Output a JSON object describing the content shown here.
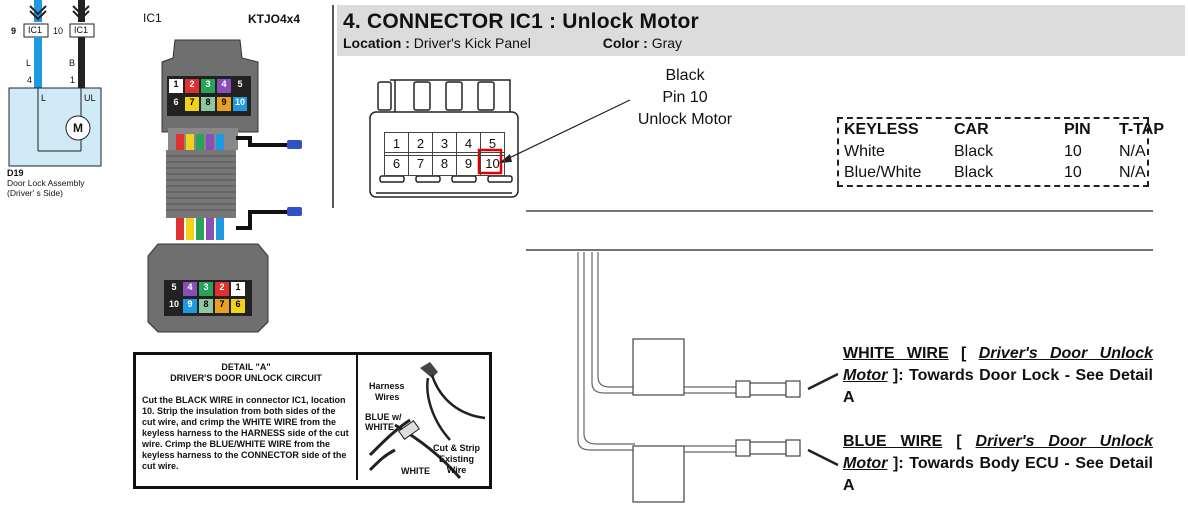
{
  "left_schematic": {
    "pin_a": "9",
    "pin_b": "10",
    "tag_a": "IC1",
    "tag_b": "IC1",
    "wire_a": "L",
    "wire_b": "B",
    "pin_c": "4",
    "pin_d": "1",
    "term_l": "L",
    "term_ul": "UL",
    "motor": "M",
    "assembly_id": "D19",
    "assembly_name": "Door Lock Assembly",
    "assembly_side": "(Driver' s Side)"
  },
  "connector_photo": {
    "label": "IC1",
    "vehicle": "KTJO4x4",
    "top_row1": [
      "1",
      "2",
      "3",
      "4",
      "5"
    ],
    "top_row2": [
      "6",
      "7",
      "8",
      "9",
      "10"
    ],
    "bottom_row1": [
      "5",
      "4",
      "3",
      "2",
      "1"
    ],
    "bottom_row2": [
      "10",
      "9",
      "8",
      "7",
      "6"
    ]
  },
  "header": {
    "title": "4. CONNECTOR IC1 : Unlock Motor",
    "location_label": "Location :",
    "location_value": "Driver's Kick Panel",
    "color_label": "Color :",
    "color_value": "Gray"
  },
  "connector_face": {
    "pins_row1": [
      "1",
      "2",
      "3",
      "4",
      "5"
    ],
    "pins_row2": [
      "6",
      "7",
      "8",
      "9",
      "10"
    ],
    "callout_line1": "Black",
    "callout_line2": "Pin 10",
    "callout_line3": "Unlock Motor"
  },
  "keyless_table": {
    "headers": [
      "KEYLESS",
      "CAR",
      "PIN",
      "T-TAP"
    ],
    "rows": [
      [
        "White",
        "Black",
        "10",
        "N/A"
      ],
      [
        "Blue/White",
        "Black",
        "10",
        "N/A"
      ]
    ]
  },
  "detail_box": {
    "title1": "DETAIL \"A\"",
    "title2": "DRIVER'S DOOR UNLOCK CIRCUIT",
    "body": [
      "Cut the  BLACK WIRE in connector IC1, location",
      "10.  Strip the insulation from both sides of the",
      "cut wire, and crimp the WHITE WIRE from the",
      "keyless harness to the HARNESS side of the cut",
      "wire. Crimp the BLUE/WHITE WIRE from the",
      "keyless harness to the CONNECTOR side of the",
      "cut wire."
    ],
    "harness_label1": "Harness",
    "harness_label2": "Wires",
    "blue_label1": "BLUE w/",
    "blue_label2": "WHITE",
    "white_label": "WHITE",
    "cut_label1": "Cut & Strip",
    "cut_label2": "Existing",
    "cut_label3": "Wire"
  },
  "white_wire": {
    "name": "WHITE WIRE",
    "open": "[",
    "target": "Driver's Door Unlock",
    "target2": "Motor",
    "close": "]: Towards Door Lock - See",
    "detail": "Detail A"
  },
  "blue_wire": {
    "name": "BLUE WIRE",
    "open": "[",
    "target": "Driver's Door Unlock",
    "target2": "Motor",
    "close": "]: Towards Body ECU - See",
    "detail": "Detail A"
  },
  "colors": {
    "header_bg": "#dcdcdc",
    "pin_highlight": "#e00000",
    "wire_blue": "#1e9be0",
    "connector_gray": "#6f6f6f"
  }
}
